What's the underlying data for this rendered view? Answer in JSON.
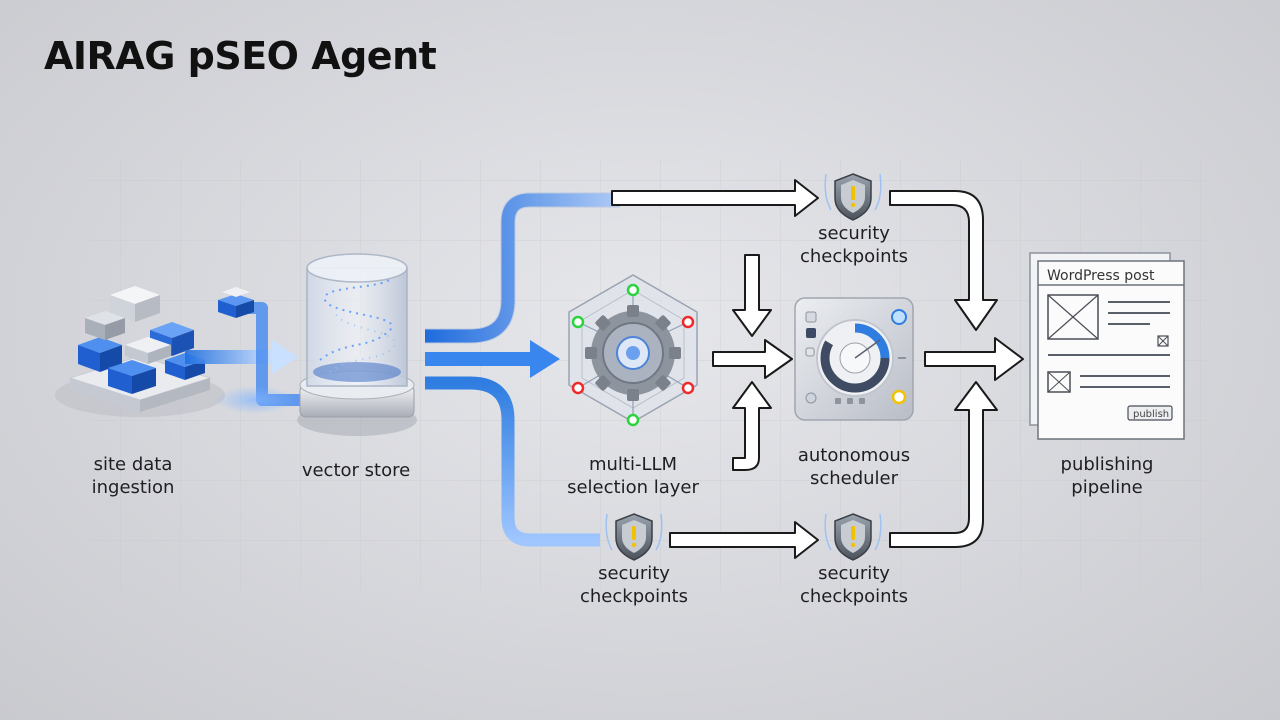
{
  "title": "AIRAG pSEO Agent",
  "nodes": {
    "ingestion": {
      "line1": "site data",
      "line2": "ingestion"
    },
    "vector_store": {
      "line1": "vector store"
    },
    "llm_layer": {
      "line1": "multi-LLM",
      "line2": "selection layer"
    },
    "scheduler": {
      "line1": "autonomous",
      "line2": "scheduler"
    },
    "publishing": {
      "line1": "publishing",
      "line2": "pipeline"
    }
  },
  "checkpoints": {
    "top": {
      "line1": "security",
      "line2": "checkpoints"
    },
    "bottom_left": {
      "line1": "security",
      "line2": "checkpoints"
    },
    "bottom_right": {
      "line1": "security",
      "line2": "checkpoints"
    }
  },
  "wordpress_card": {
    "header": "WordPress post",
    "button": "publish"
  },
  "icons": [
    "server-stack-icon",
    "vector-cylinder-icon",
    "gear-network-icon",
    "scheduler-dial-icon",
    "shield-warning-icon",
    "document-page-icon"
  ],
  "colors": {
    "accent_blue": "#2f7de1",
    "flow_white": "#ffffff",
    "warning_yellow": "#f2c200",
    "node_green": "#2bd33f",
    "node_red": "#ee2a2a"
  }
}
